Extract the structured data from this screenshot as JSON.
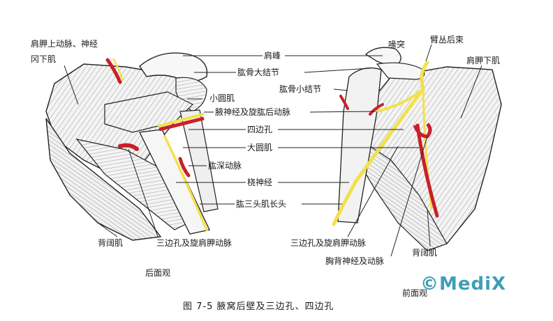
{
  "labels": {
    "suprascapular": "肩胛上动脉、神经",
    "infraspinatus": "冈下肌",
    "acromion": "肩峰",
    "greater_tubercle": "肱骨大结节",
    "lesser_tubercle": "肱骨小结节",
    "coracoid": "喙突",
    "plexus_cord": "臂丛后束",
    "subscapularis": "肩胛下肌",
    "teres_minor": "小圆肌",
    "axillary": "腋神经及旋肱后动脉",
    "quadrangular": "四边孔",
    "teres_major": "大圆肌",
    "deep_brachial": "肱深动脉",
    "radial": "桡神经",
    "triceps": "肱三头肌长头",
    "lat_left": "背阔肌",
    "triangular_left": "三边孔及旋肩胛动脉",
    "triangular_right": "三边孔及旋肩胛动脉",
    "thoracodorsal": "胸背神经及动脉",
    "lat_right": "背阔肌",
    "posterior_view": "后面观",
    "anterior_view": "前面观"
  },
  "caption": "图 7-5    腋窝后壁及三边孔、四边孔",
  "watermark": "©MediX",
  "colors": {
    "nerve": "#f2e14a",
    "artery": "#c8202a",
    "watermark": "#3d9fb6"
  }
}
